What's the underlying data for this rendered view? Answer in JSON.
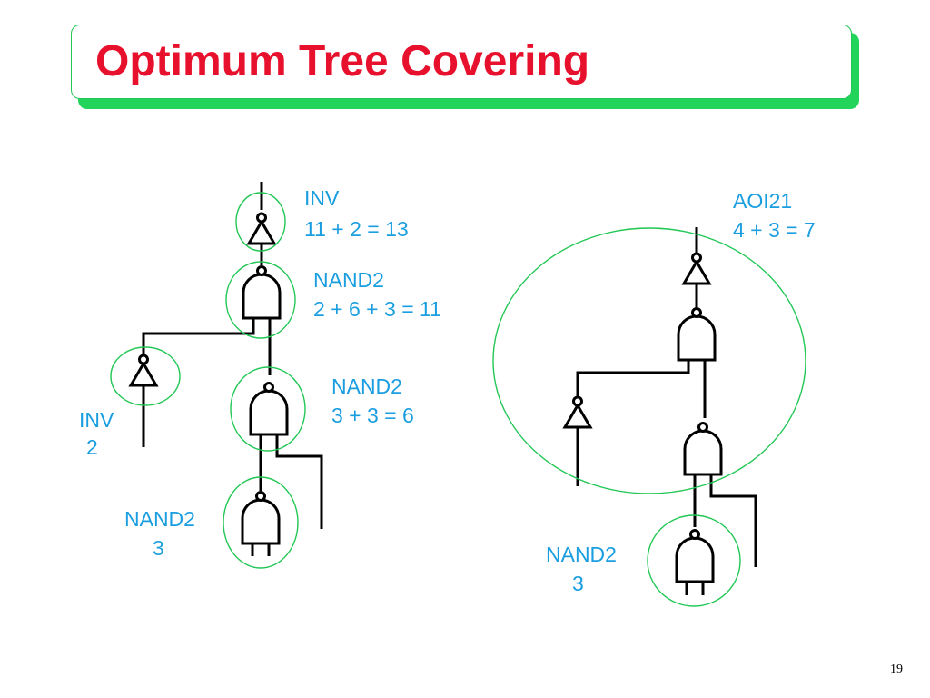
{
  "slide": {
    "title": "Optimum Tree Covering",
    "page_number": "19"
  },
  "colors": {
    "title": "#e8112d",
    "title_bar": "#22d45a",
    "label": "#1a9ee0",
    "cover_circle": "#22c755"
  },
  "left_tree": {
    "inv_top": {
      "name": "INV",
      "cost": "11 + 2 = 13"
    },
    "nand_top": {
      "name": "NAND2",
      "cost": "2 + 6 + 3 = 11"
    },
    "nand_mid": {
      "name": "NAND2",
      "cost": "3 + 3 = 6"
    },
    "inv_side": {
      "name": "INV",
      "cost": "2"
    },
    "nand_bottom": {
      "name": "NAND2",
      "cost": "3"
    }
  },
  "right_tree": {
    "aoi": {
      "name": "AOI21",
      "cost": "4 + 3 = 7"
    },
    "nand_bottom": {
      "name": "NAND2",
      "cost": "3"
    }
  }
}
